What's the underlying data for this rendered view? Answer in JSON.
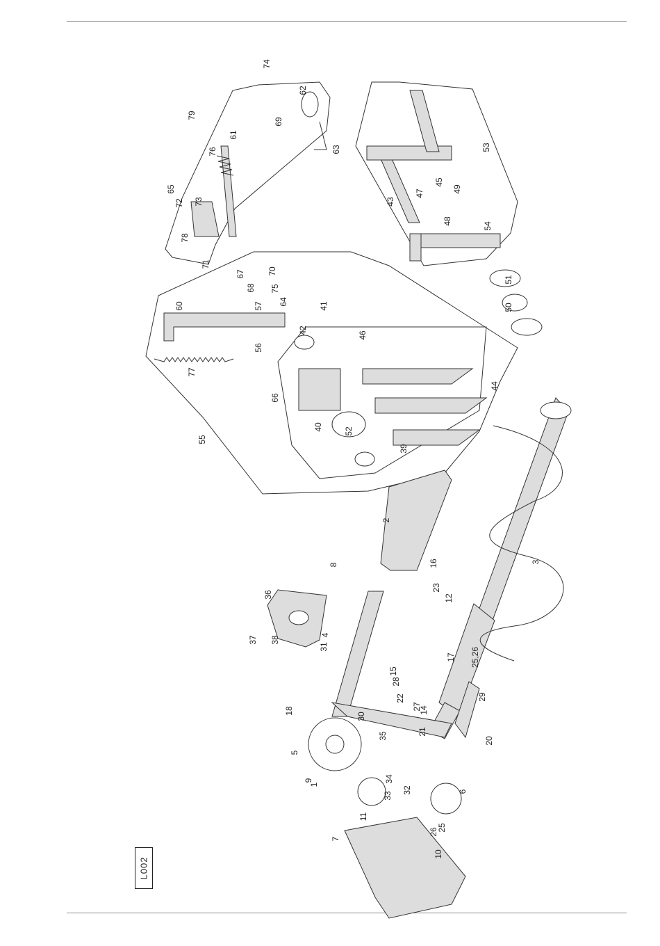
{
  "figure_code": "L002",
  "part_labels": [
    "1",
    "2",
    "3",
    "4",
    "5",
    "6",
    "7",
    "8",
    "9",
    "10",
    "11",
    "12",
    "14",
    "15",
    "16",
    "17",
    "18",
    "20",
    "21",
    "22",
    "23",
    "25",
    "25,26",
    "26",
    "27",
    "28",
    "29",
    "30",
    "31",
    "32",
    "33",
    "34",
    "35",
    "36",
    "37",
    "38",
    "39",
    "40",
    "41",
    "42",
    "43",
    "44",
    "45",
    "46",
    "47",
    "48",
    "49",
    "50",
    "51",
    "52",
    "53",
    "54",
    "55",
    "56",
    "57",
    "60",
    "61",
    "62",
    "63",
    "64",
    "65",
    "66",
    "67",
    "68",
    "69",
    "70",
    "71",
    "72",
    "73",
    "74",
    "75",
    "76",
    "77",
    "78",
    "79"
  ]
}
